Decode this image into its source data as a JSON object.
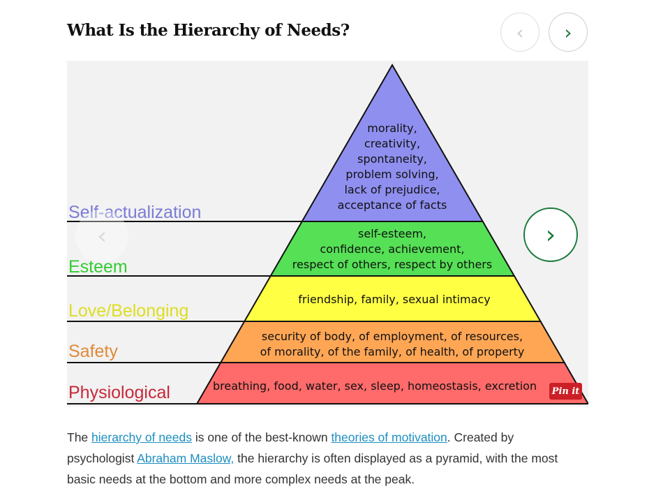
{
  "header": {
    "title": "What Is the Hierarchy of Needs?",
    "prev_icon": "‹",
    "next_icon": "›"
  },
  "pyramid": {
    "levels": [
      {
        "name": "Self-actualization",
        "color": "#7b7bd6",
        "fill": "#8f8ff0",
        "lines": [
          "morality,",
          "creativity,",
          "spontaneity,",
          "problem solving,",
          "lack of prejudice,",
          "acceptance of facts"
        ]
      },
      {
        "name": "Esteem",
        "color": "#33cc33",
        "fill": "#55e055",
        "lines": [
          "self-esteem,",
          "confidence, achievement,",
          "respect of others, respect by others"
        ]
      },
      {
        "name": "Love/Belonging",
        "color": "#dddd22",
        "fill": "#ffff44",
        "lines": [
          "friendship, family, sexual intimacy"
        ]
      },
      {
        "name": "Safety",
        "color": "#e08a3a",
        "fill": "#ffa655",
        "lines": [
          "security of body, of employment, of resources,",
          "of morality, of the family, of health, of property"
        ]
      },
      {
        "name": "Physiological",
        "color": "#c8283a",
        "fill": "#ff6a6a",
        "lines": [
          "breathing, food, water, sex, sleep, homeostasis, excretion"
        ]
      }
    ],
    "pin_label": "Pin it",
    "next_icon": "›",
    "prev_icon": "‹"
  },
  "paragraph": {
    "t1": "The ",
    "link1": "hierarchy of needs",
    "t2": " is one of the best-known ",
    "link2": "theories of motivation",
    "t3": ". Created by psychologist ",
    "link3": "Abraham Maslow,",
    "t4": " the hierarchy is often displayed as a pyramid, with the most basic needs at the bottom and more complex needs at the peak."
  }
}
